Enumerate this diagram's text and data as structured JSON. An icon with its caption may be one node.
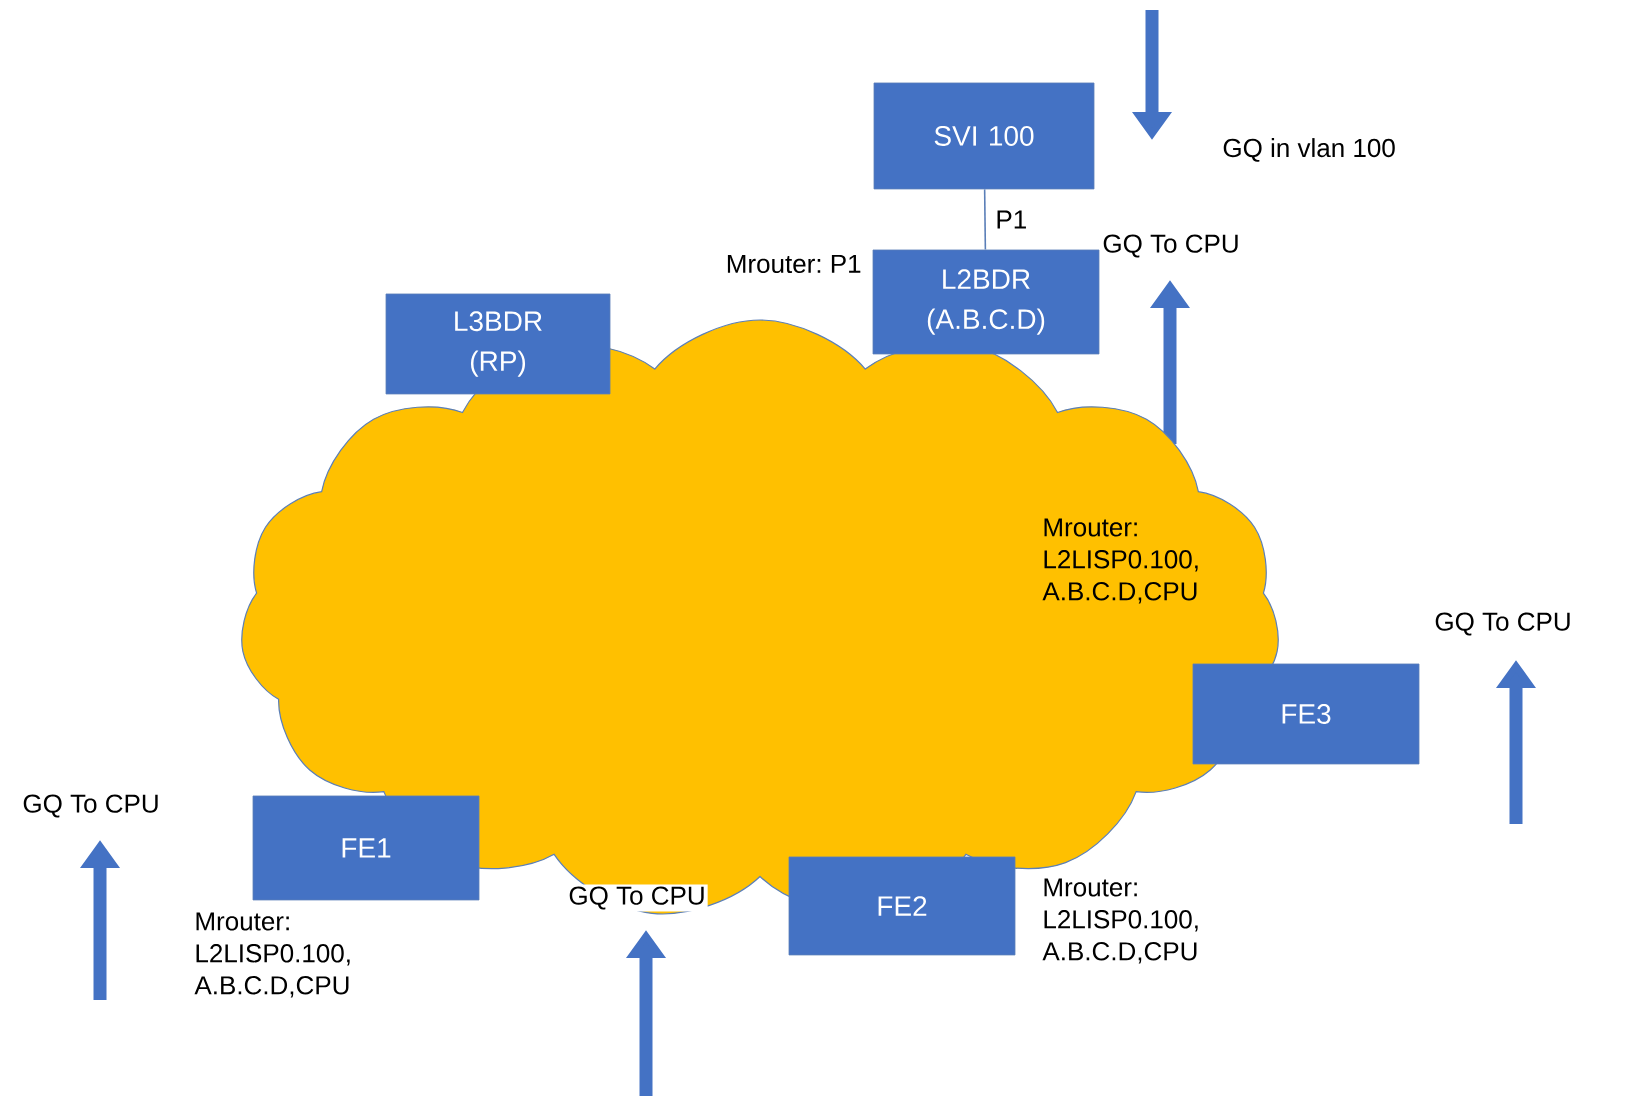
{
  "diagram": {
    "nodes": [
      {
        "text": [],
        "shape": "cloud"
      },
      {
        "text": [
          "SVI 100"
        ]
      },
      {
        "text": [
          "L2BDR (A.B.C.D)"
        ],
        "beside": [
          "Mrouter: P1"
        ]
      },
      {
        "text": [
          "L3BDR (RP)"
        ]
      },
      {
        "text": [
          "FE3"
        ]
      },
      {
        "text": [
          "FE1"
        ],
        "beside": [
          "Mrouter: L2LISP0.100, A.B.C.D,CPU"
        ]
      },
      {
        "text": [
          "FE2"
        ]
      }
    ],
    "edges": [
      {
        "from": 1,
        "to": 2,
        "arrow": "none",
        "label": "P1"
      }
    ],
    "labels": [
      "GQ in vlan 100",
      "GQ To CPU",
      "Mrouter: L2LISP0.100, A.B.C.D,CPU",
      "GQ To CPU",
      "GQ To CPU",
      "Mrouter: L2LISP0.100, A.B.C.D,CPU",
      "GQ To CPU"
    ]
  }
}
